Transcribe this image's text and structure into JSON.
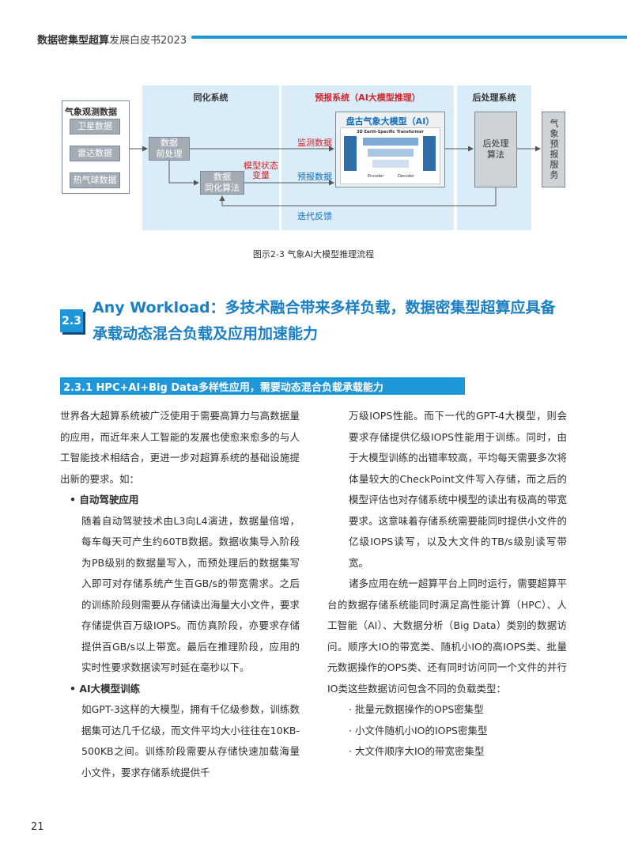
{
  "header": {
    "title_bold": "数据密集型超算",
    "title_rest": "发展白皮书2023"
  },
  "diagram": {
    "left_group_title": "气象观测数据",
    "sources": [
      "卫星数据",
      "雷达数据",
      "热气球数据"
    ],
    "zone_assim": "同化系统",
    "zone_forecast": "预报系统（AI大模型推理）",
    "zone_post": "后处理系统",
    "box_preprocess": "数据\n前处理",
    "box_assim_algo": "数据\n同化算法",
    "model_title": "盘古气象大模型（AI）",
    "model_inner_title": "3D Earth-Specific Transformer",
    "model_encoder": "Encoder",
    "model_decoder": "Decoder",
    "label_monitor": "监测数据",
    "label_state": "模型状态\n变量",
    "label_forecast": "预报数据",
    "label_feedback": "迭代反馈",
    "box_post": "后处理\n算法",
    "service": "气象预报服务",
    "caption": "图示2-3 气象AI大模型推理流程"
  },
  "section": {
    "badge": "2.3",
    "title": "Any Workload：多技术融合带来多样负载，数据密集型超算应具备承载动态混合负载及应用加速能力"
  },
  "subsection": {
    "title": "2.3.1 HPC+AI+Big Data多样性应用，需要动态混合负载承载能力"
  },
  "left_column": {
    "intro": "世界各大超算系统被广泛使用于需要高算力与高数据量的应用，而近年来人工智能的发展也使愈来愈多的与人工智能技术相结合，更进一步对超算系统的基础设施提出新的要求。如：",
    "bullet1_title": "• 自动驾驶应用",
    "bullet1_text": "随着自动驾驶技术由L3向L4演进，数据量倍增，每车每天可产生约60TB数据。数据收集导入阶段为PB级别的数据量写入，而预处理后的数据集写入即可对存储系统产生百GB/s的带宽需求。之后的训练阶段则需要从存储读出海量大小文件，要求存储提供百万级IOPS。而仿真阶段，亦要求存储提供百GB/s以上带宽。最后在推理阶段，应用的实时性要求数据读写时延在毫秒以下。",
    "bullet2_title": "• AI大模型训练",
    "bullet2_text": "如GPT-3这样的大模型，拥有千亿级参数，训练数据集可达几千亿级，而文件平均大小往往在10KB-500KB之间。训练阶段需要从存储快速加载海量小文件，要求存储系统提供千"
  },
  "right_column": {
    "cont": "万级IOPS性能。而下一代的GPT-4大模型，则会要求存储提供亿级IOPS性能用于训练。同时，由于大模型训练的出错率较高，平均每天需要多次将体量较大的CheckPoint文件写入存储，而之后的模型评估也对存储系统中模型的读出有极高的带宽要求。这意味着存储系统需要能同时提供小文件的亿级IOPS读写，以及大文件的TB/s级别读写带宽。",
    "para2": "诸多应用在统一超算平台上同时运行，需要超算平台的数据存储系统能同时满足高性能计算（HPC）、人工智能（AI）、大数据分析（Big Data）类别的数据访问。顺序大IO的带宽类、随机小IO的高IOPS类、批量元数据操作的OPS类、还有同时访问同一个文件的并行IO类这些数据访问包含不同的负载类型：",
    "items": [
      "· 批量元数据操作的OPS密集型",
      "· 小文件随机小IO的IOPS密集型",
      "· 大文件顺序大IO的带宽密集型"
    ]
  },
  "page_number": "21"
}
